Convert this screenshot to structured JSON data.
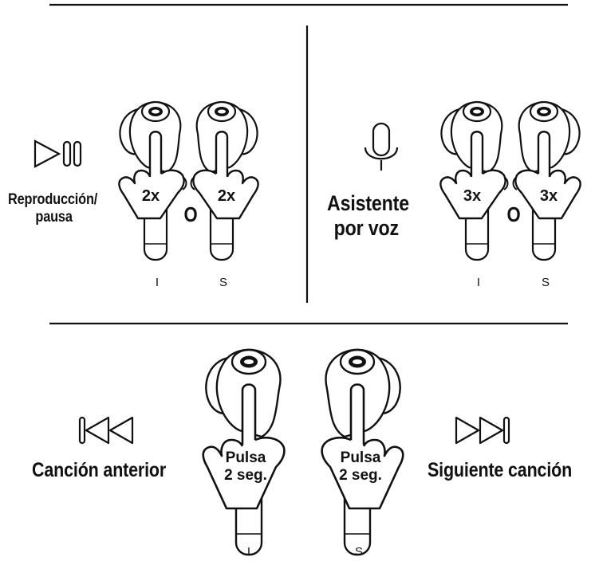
{
  "colors": {
    "ink": "#111111",
    "background": "#ffffff"
  },
  "sections": {
    "play_pause": {
      "icon": "play-pause-icon",
      "label_line1": "Reproducción/",
      "label_line2": "pausa",
      "tap": "2x",
      "or": "O",
      "left": "I",
      "right": "S"
    },
    "voice_assistant": {
      "icon": "microphone-icon",
      "label_line1": "Asistente",
      "label_line2": "por voz",
      "tap": "3x",
      "or": "O",
      "left": "I",
      "right": "S"
    },
    "previous": {
      "icon": "previous-track-icon",
      "label": "Canción anterior",
      "tap_line1": "Pulsa",
      "tap_line2": "2 seg.",
      "side": "I"
    },
    "next": {
      "icon": "next-track-icon",
      "label": "Siguiente canción",
      "tap_line1": "Pulsa",
      "tap_line2": "2 seg.",
      "side": "S"
    }
  }
}
